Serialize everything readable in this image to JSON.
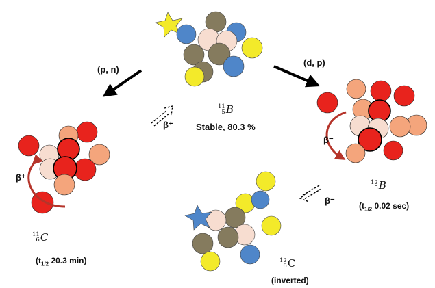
{
  "reactions": {
    "pn": "(p, n)",
    "dp": "(d, p)",
    "beta_plus_mid": "β⁺",
    "beta_minus_mid": "β⁻",
    "beta_plus_left": "β⁺",
    "beta_minus_right": "β⁻"
  },
  "nuclides": {
    "b11": {
      "mass": "11",
      "z": "5",
      "symbol": "B",
      "caption": "Stable, 80.3 %"
    },
    "b12": {
      "mass": "12",
      "z": "5",
      "symbol": "B",
      "halflife_prefix": "(t",
      "halflife_sub": "1/2",
      "halflife_rest": " 0.02 sec)"
    },
    "c11": {
      "mass": "11",
      "z": "6",
      "symbol": "C",
      "halflife_prefix": "(t",
      "halflife_sub": "1/2",
      "halflife_rest": "  20.3 min)"
    },
    "c12": {
      "mass": "12",
      "z": "6",
      "symbol": "C",
      "caption": "(inverted)"
    }
  },
  "colors": {
    "yellow": "#f3ea2a",
    "blue": "#4f86c9",
    "pink": "#f7ddd0",
    "olive": "#857b5e",
    "red": "#e8231d",
    "peach": "#f4a57c",
    "arrow_red": "#c0392b"
  }
}
